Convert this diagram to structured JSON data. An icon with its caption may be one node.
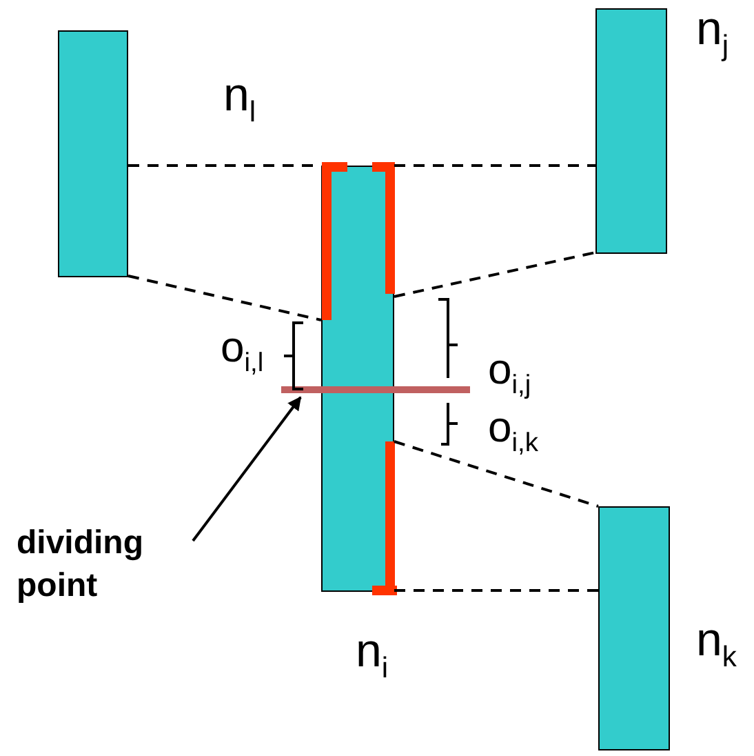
{
  "diagram": {
    "nodes": [
      {
        "text": [],
        "shape": "bar",
        "beside": [
          "n$_{l}$"
        ]
      },
      {
        "text": [],
        "shape": "bar",
        "beside": [
          "n$_{j}$"
        ]
      },
      {
        "text": [],
        "shape": "bar",
        "beside": [
          "n$_{i}$"
        ]
      },
      {
        "text": [],
        "shape": "line"
      },
      {
        "text": [
          "dividing point"
        ]
      },
      {
        "text": [],
        "shape": "bar",
        "beside": [
          "n$_{k}$"
        ]
      }
    ],
    "edges": [
      {
        "from": 0,
        "to": 2,
        "arrow": "none",
        "style": "dashed"
      },
      {
        "from": 0,
        "to": 2,
        "arrow": "none",
        "style": "dashed"
      },
      {
        "from": 2,
        "to": 1,
        "arrow": "none",
        "style": "dashed"
      },
      {
        "from": 2,
        "to": 1,
        "arrow": "none",
        "style": "dashed"
      },
      {
        "from": 2,
        "to": 5,
        "arrow": "none",
        "style": "dashed"
      },
      {
        "from": 2,
        "to": 5,
        "arrow": "none",
        "style": "dashed"
      },
      {
        "from": 4,
        "to": 3,
        "arrow": "to"
      }
    ],
    "labels": [
      "o$_{i,l}$",
      "o$_{i,j}$",
      "o$_{i,k}$"
    ]
  }
}
